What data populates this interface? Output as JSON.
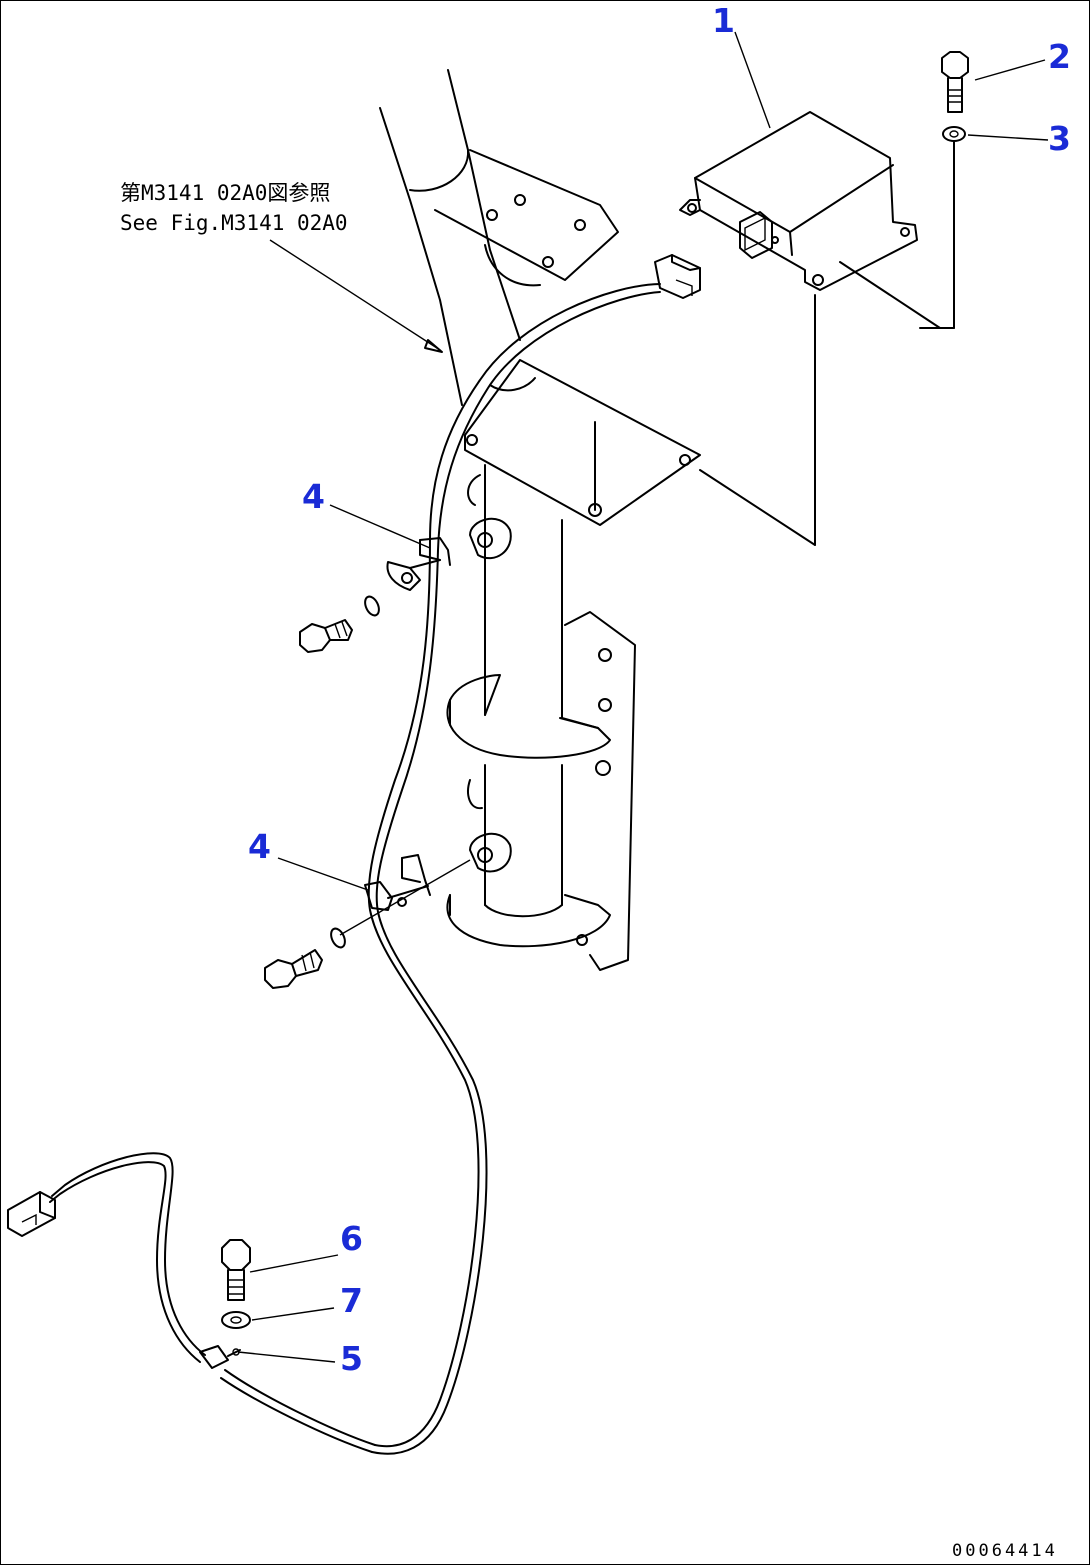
{
  "reference_note": {
    "line_jp": "第M3141 02A0図参照",
    "line_en": "See Fig.M3141 02A0"
  },
  "callouts": [
    {
      "id": "1",
      "label": "1"
    },
    {
      "id": "2",
      "label": "2"
    },
    {
      "id": "3",
      "label": "3"
    },
    {
      "id": "4a",
      "label": "4"
    },
    {
      "id": "4b",
      "label": "4"
    },
    {
      "id": "6",
      "label": "6"
    },
    {
      "id": "7",
      "label": "7"
    },
    {
      "id": "5",
      "label": "5"
    }
  ],
  "drawing_code": "00064414",
  "colors": {
    "callout": "#1a2bd6",
    "line": "#000000",
    "background": "#ffffff"
  }
}
